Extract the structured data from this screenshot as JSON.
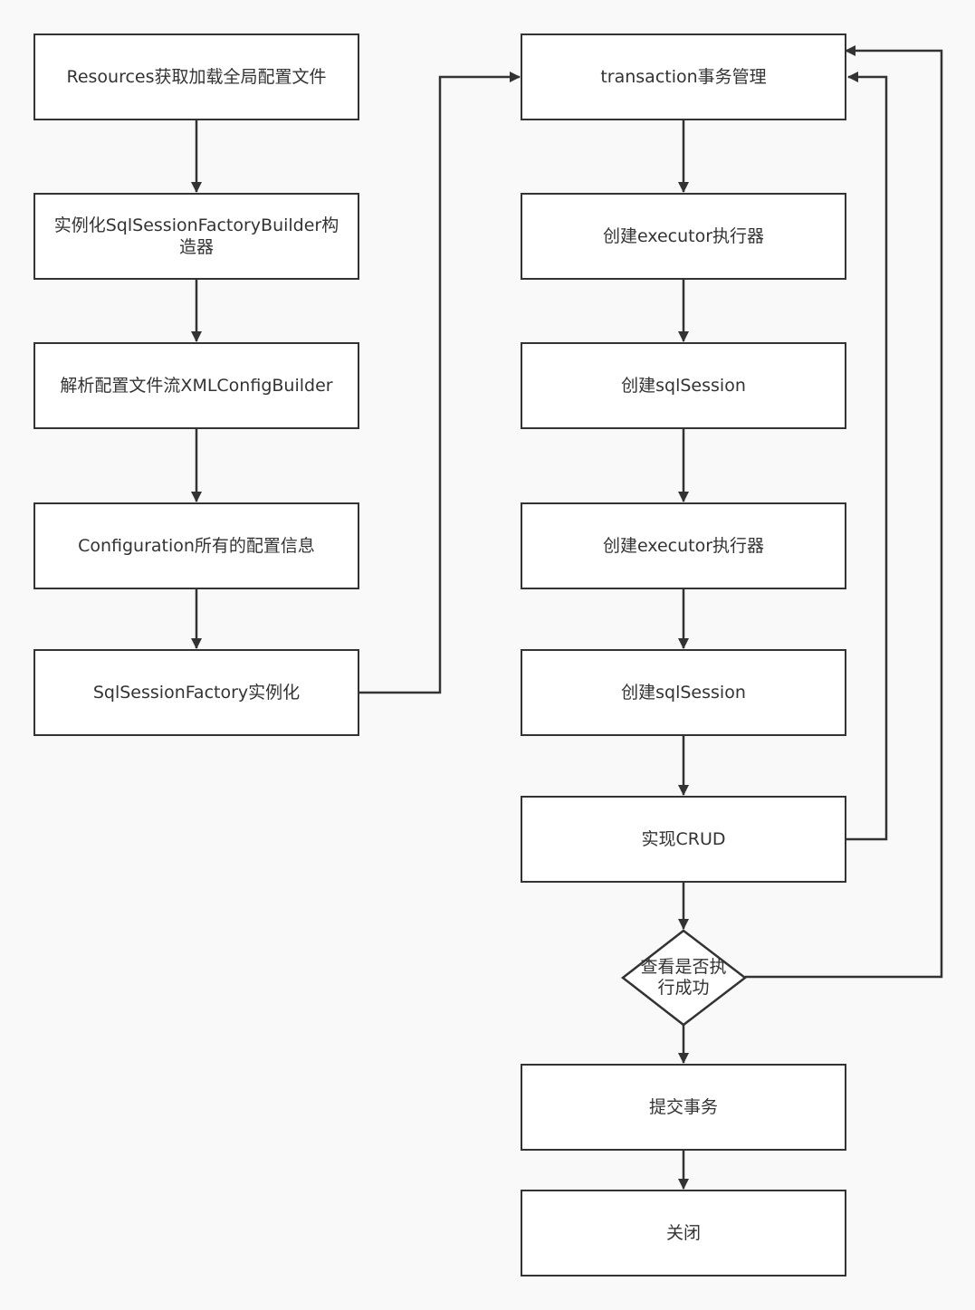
{
  "colors": {
    "background": "#f9f9f9",
    "stroke": "#333333",
    "fill": "#ffffff"
  },
  "nodes": {
    "load_config": "Resources获取加载全局配置文件",
    "builder": "实例化SqlSessionFactoryBuilder构造器",
    "parse_xml": "解析配置文件流XMLConfigBuilder",
    "configuration": "Configuration所有的配置信息",
    "factory": "SqlSessionFactory实例化",
    "transaction": "transaction事务管理",
    "executor_1": "创建executor执行器",
    "sqlsession_1": "创建sqlSession",
    "executor_2": "创建executor执行器",
    "sqlsession_2": "创建sqlSession",
    "crud": "实现CRUD",
    "check_success": "查看是否执行成功",
    "commit": "提交事务",
    "close": "关闭"
  }
}
